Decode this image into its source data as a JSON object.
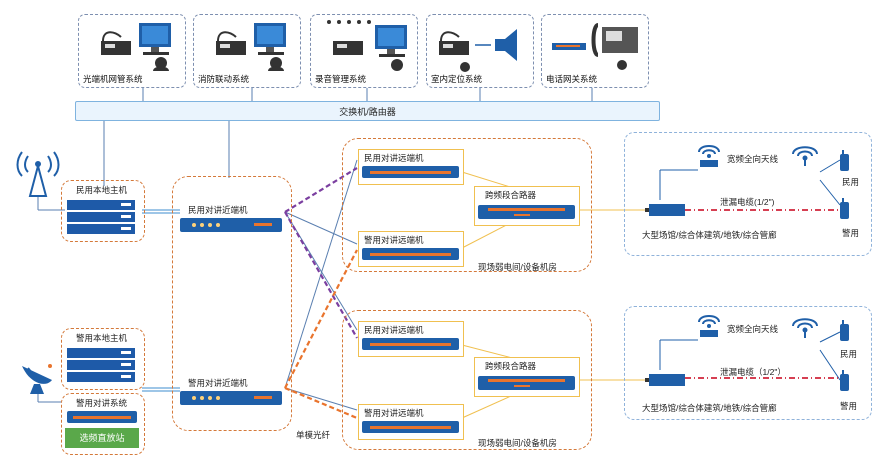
{
  "top_systems": [
    {
      "label": "光端机网管系统",
      "icon": "workstation-icon"
    },
    {
      "label": "消防联动系统",
      "icon": "workstation-icon"
    },
    {
      "label": "录音管理系统",
      "icon": "workstation-icon"
    },
    {
      "label": "室内定位系统",
      "icon": "speaker-icon"
    },
    {
      "label": "电话网关系统",
      "icon": "telephone-icon"
    }
  ],
  "switch_label": "交换机/路由器",
  "left": {
    "civil_host": "民用本地主机",
    "police_host": "警用本地主机",
    "police_system": "警用对讲系统",
    "selective_station": "选频直放站"
  },
  "near_end": {
    "civil": "民用对讲近端机",
    "police": "警用对讲近端机"
  },
  "fiber_label": "单模光纤",
  "rooms": [
    {
      "far_civil": "民用对讲远端机",
      "combiner": "跨频段合路器",
      "far_police": "警用对讲远端机",
      "room_label": "现场弱电间/设备机房"
    },
    {
      "far_civil": "民用对讲远端机",
      "combiner": "跨频段合路器",
      "far_police": "警用对讲远端机",
      "room_label": "现场弱电间/设备机房"
    }
  ],
  "coverage": [
    {
      "antenna": "宽频全向天线",
      "cable": "泄漏电缆(1/2\")",
      "venue": "大型场馆/综合体建筑/地铁/综合管廊",
      "civil": "民用",
      "police": "警用"
    },
    {
      "antenna": "宽频全向天线",
      "cable": "泄漏电缆（1/2\"）",
      "venue": "大型场馆/综合体建筑/地铁/综合管廊",
      "civil": "民用",
      "police": "警用"
    }
  ],
  "colors": {
    "device_blue": "#1f5fa8",
    "orange": "#e9742d",
    "purple": "#7b3fa0",
    "red_dash": "#d0243a"
  }
}
